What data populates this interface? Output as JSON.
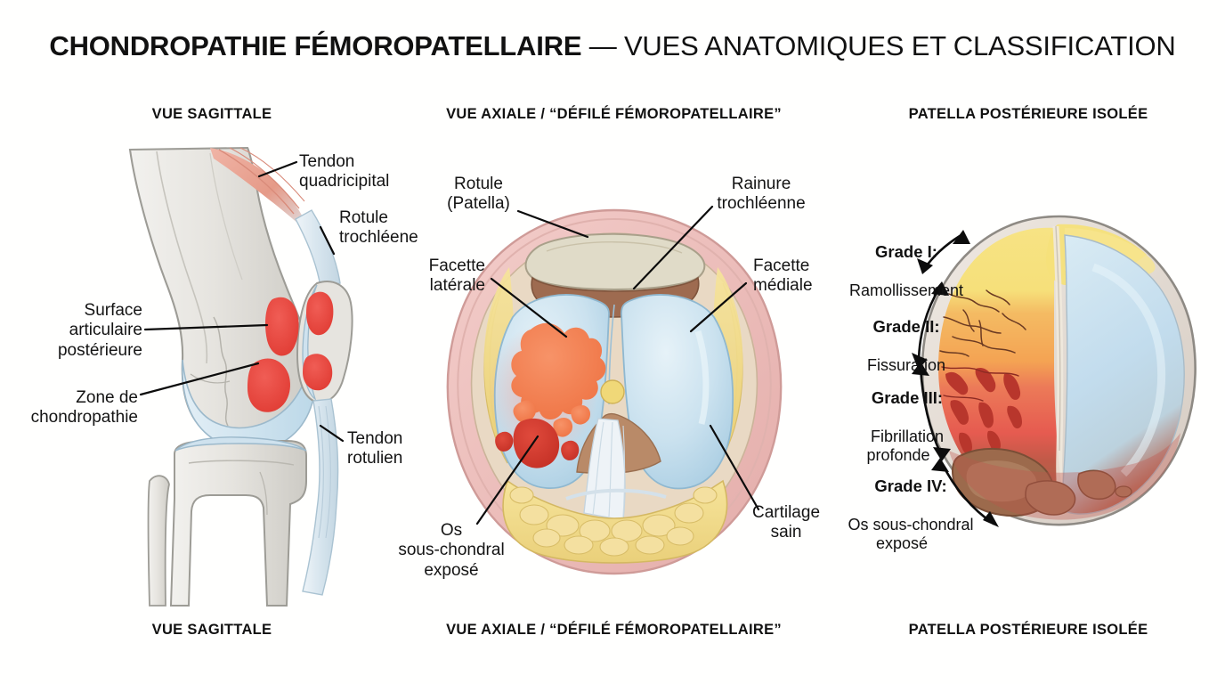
{
  "title": {
    "strong": "CHONDROPATHIE FÉMOROPATELLAIRE",
    "light": " — VUES ANATOMIQUES ET CLASSIFICATION"
  },
  "columns": {
    "sagittal": "VUE SAGITTALE",
    "axial": "VUE AXIALE / “DÉFILÉ FÉMOROPATELLAIRE”",
    "patella": "PATELLA POSTÉRIEURE ISOLÉE"
  },
  "footers": {
    "sagittal": "VUE SAGITTALE",
    "axial": "VUE AXIALE / “DÉFILÉ FÉMOROPATELLAIRE”",
    "patella": "PATELLA POSTÉRIEURE ISOLÉE"
  },
  "sagittal_labels": {
    "quad_tendon": "Tendon\nquadricipital",
    "trochlea": "Rotule\ntrochléene",
    "posterior_surface": "Surface\narticulaire\npostérieure",
    "chondropathy_zone": "Zone de\nchondropathie",
    "patellar_tendon": "Tendon\nrotulien"
  },
  "axial_labels": {
    "patella": "Rotule\n(Patella)",
    "trochlear_groove": "Rainure\ntrochléenne",
    "lateral_facet": "Facette\nlatérale",
    "medial_facet": "Facette\nmédiale",
    "subchondral_bone": "Os\nsous-chondral\nexposé",
    "healthy_cartilage": "Cartilage\nsain"
  },
  "grades": [
    {
      "id": "grade-1",
      "title": "Grade I:",
      "desc": "Ramollissement"
    },
    {
      "id": "grade-2",
      "title": "Grade II:",
      "desc": "Fissuration"
    },
    {
      "id": "grade-3",
      "title": "Grade III:",
      "desc": "Fibrillation\nprofonde"
    },
    {
      "id": "grade-4",
      "title": "Grade IV:",
      "desc": "Os sous-chondral\nexposé"
    }
  ],
  "colors": {
    "background": "#fffffe",
    "text": "#141414",
    "bone": "#e4e2dd",
    "bone_outline": "#9a9a95",
    "cartilage_blue": "#cfe2ee",
    "cartilage_blue_deep": "#b6d5e6",
    "quad_muscle": "#e8a192",
    "tendon": "#dde8ef",
    "lesion_red": "#e8413c",
    "capsule_pink": "#eebcba",
    "fat_yellow": "#f2dd8e",
    "fat_yellow_deep": "#e8cf76",
    "synovium_tan": "#cbb49a",
    "brown_bone": "#9e6b50",
    "lesion_orange": "#f0814f",
    "lesion_deep_red": "#d8372c",
    "grade1_yellow": "#f6e07a",
    "grade2_orange": "#f4a353",
    "grade3_red": "#e65b50",
    "grade4_brown": "#9c6a4c",
    "patella_blue": "#c2dced"
  }
}
